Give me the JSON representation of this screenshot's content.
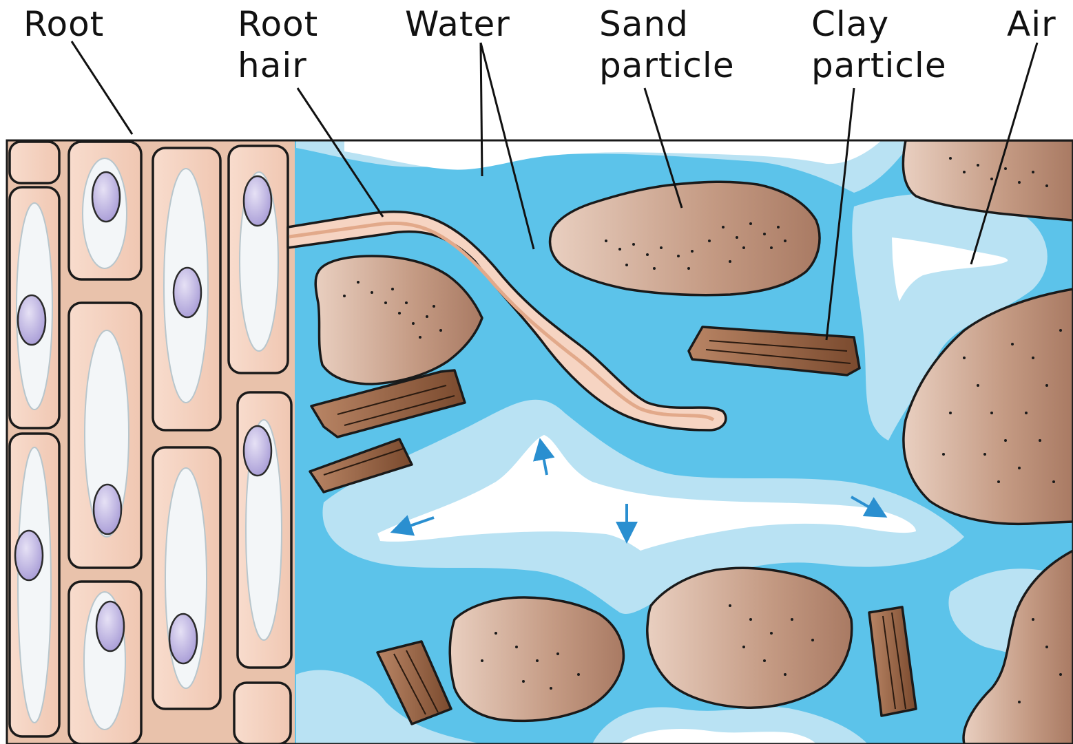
{
  "labels": {
    "root": "Root",
    "root_hair_line1": "Root",
    "root_hair_line2": "hair",
    "water": "Water",
    "sand_line1": "Sand",
    "sand_line2": "particle",
    "clay_line1": "Clay",
    "clay_line2": "particle",
    "air": "Air"
  },
  "colors": {
    "water_deep": "#5cc3ea",
    "water_light": "#b9e2f3",
    "air": "#ffffff",
    "sand": "#c69c85",
    "clay": "#8f5b3c",
    "root_cell": "#f6d4c2",
    "cell_wall": "#e8c0a8",
    "vacuole": "#f3f6f8",
    "nucleus": "#b9aee0",
    "arrow": "#2a8fd0"
  }
}
